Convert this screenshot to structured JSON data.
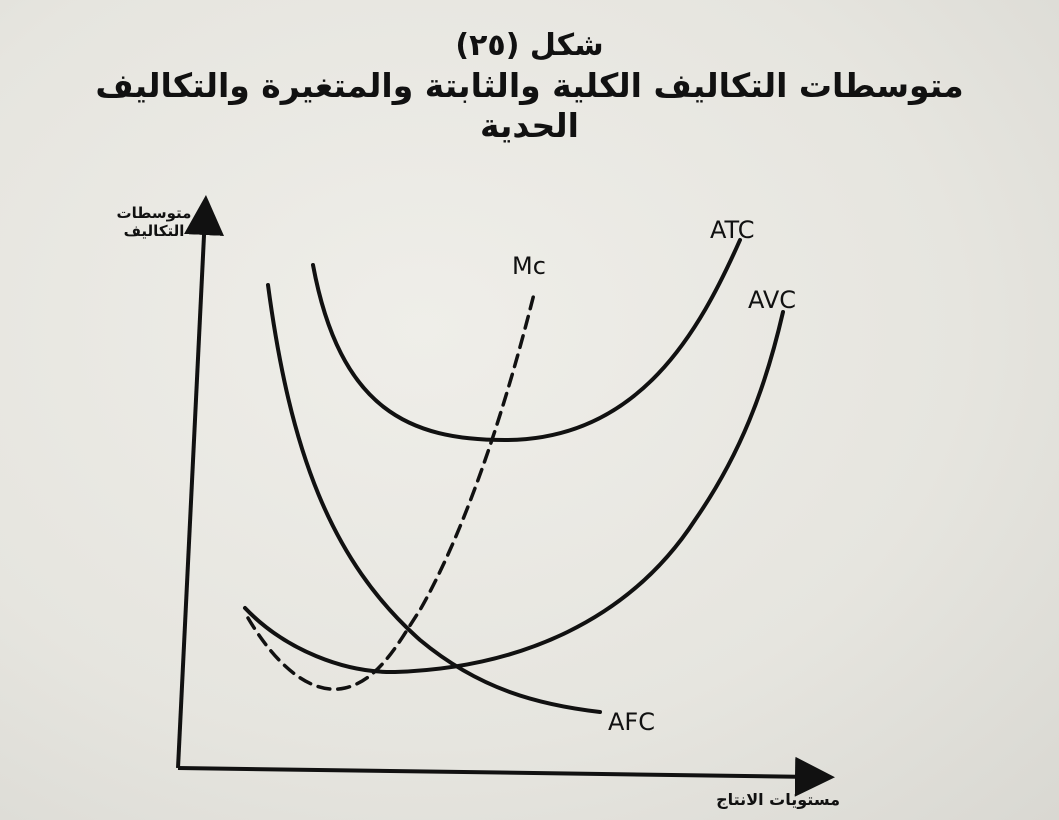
{
  "figure": {
    "number": "شكل (٢٥)",
    "title": "متوسطات التكاليف الكلية والثابتة والمتغيرة والتكاليف الحدية"
  },
  "chart_data": {
    "type": "line",
    "title": "متوسطات التكاليف الكلية والثابتة والمتغيرة والتكاليف الحدية",
    "xlabel": "مستويات الانتاج",
    "ylabel": "متوسطات التكاليف",
    "grid": false,
    "axis_ticks": false,
    "series": [
      {
        "name": "ATC",
        "style": "solid"
      },
      {
        "name": "AVC",
        "style": "solid"
      },
      {
        "name": "AFC",
        "style": "solid"
      },
      {
        "name": "Mc",
        "style": "dashed"
      }
    ]
  }
}
